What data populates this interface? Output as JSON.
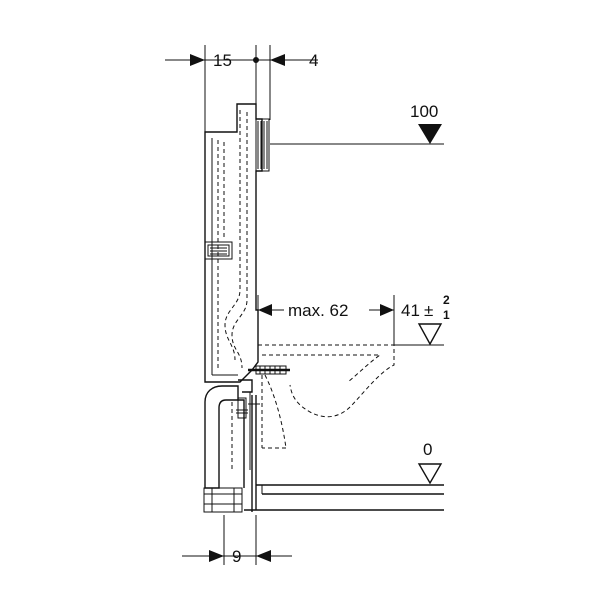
{
  "dimensions": {
    "top_left": "15",
    "top_right": "4",
    "bottom": "9",
    "max_label": "max. 62"
  },
  "levels": {
    "top": "100",
    "middle_base": "41",
    "middle_tol_plus": "2",
    "middle_tol_minus": "1",
    "floor": "0"
  }
}
